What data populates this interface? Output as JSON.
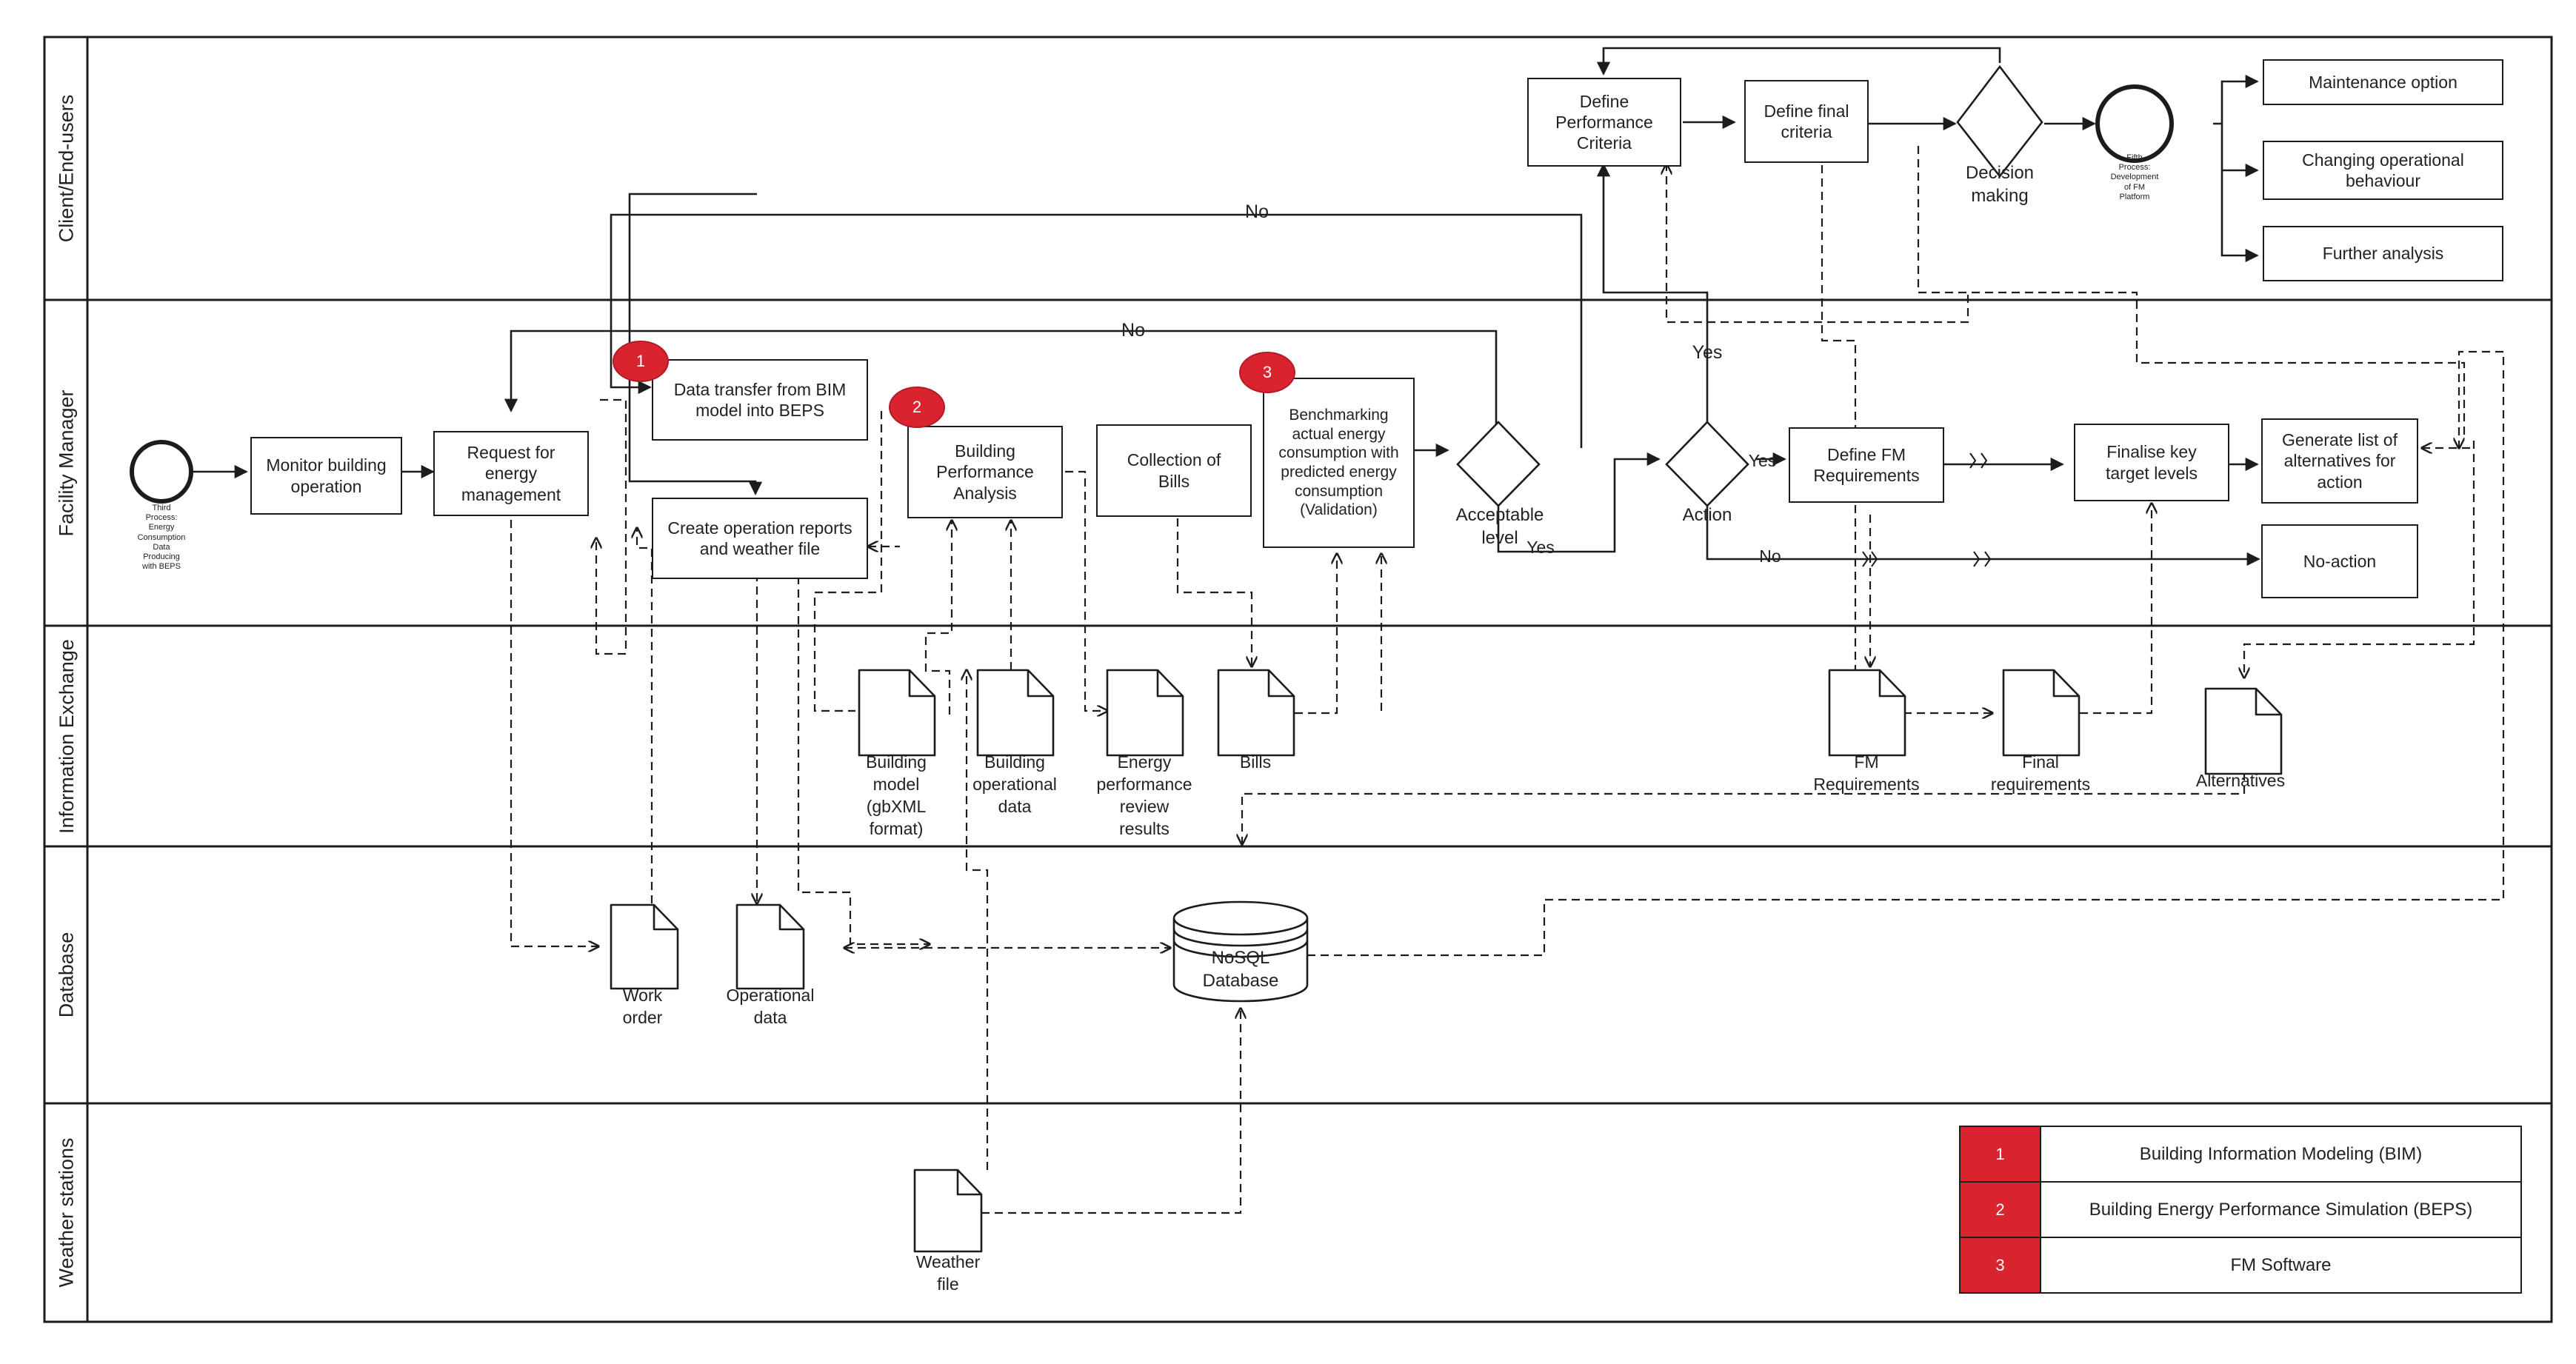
{
  "lanes": [
    "Client/End-users",
    "Facility Manager",
    "Information Exchange",
    "Database",
    "Weather stations"
  ],
  "tasks": {
    "define_performance_criteria": "Define\nPerformance\nCriteria",
    "define_final_criteria": "Define final\ncriteria",
    "maintenance_option": "Maintenance option",
    "changing_operational_behaviour": "Changing operational\nbehaviour",
    "further_analysis": "Further analysis",
    "monitor_building_operation": "Monitor building\noperation",
    "request_energy_management": "Request for\nenergy\nmanagement",
    "data_transfer_bim": "Data transfer from BIM\nmodel into BEPS",
    "create_operation_reports": "Create operation reports\nand weather file",
    "building_performance_analysis": "Building\nPerformance\nAnalysis",
    "collection_of_bills": "Collection of\nBills",
    "benchmarking": "Benchmarking\nactual energy\nconsumption with\npredicted energy\nconsumption\n(Validation)",
    "define_fm_requirements": "Define FM\nRequirements",
    "finalise_key_target_levels": "Finalise key\ntarget levels",
    "generate_list_alternatives": "Generate list of\nalternatives for\naction",
    "no_action": "No-action"
  },
  "gateways": {
    "decision_making": "Decision\nmaking",
    "acceptable_level": "Acceptable\nlevel",
    "action": "Action"
  },
  "events": {
    "start_note": "Third\nProcess:\nEnergy\nConsumption\nData\nProducing\nwith BEPS",
    "end_note": "Fifth\nProcess:\nDevelopment\nof FM\nPlatform"
  },
  "documents": {
    "building_model": "Building\nmodel\n(gbXML\nformat)",
    "building_operational_data": "Building\noperational\ndata",
    "energy_performance_review": "Energy\nperformance\nreview\nresults",
    "bills": "Bills",
    "fm_requirements": "FM\nRequirements",
    "final_requirements": "Final\nrequirements",
    "alternatives": "Alternatives",
    "work_order": "Work\norder",
    "operational_data": "Operational\ndata",
    "weather_file": "Weather\nfile"
  },
  "database": "NoSQL\nDatabase",
  "flow_labels": {
    "no_top": "No",
    "no_fm": "No",
    "yes_acceptable": "Yes",
    "yes_up": "Yes",
    "yes_action": "Yes",
    "no_action": "No"
  },
  "markers": [
    "1",
    "2",
    "3"
  ],
  "legend": [
    {
      "num": "1",
      "text": "Building Information Modeling (BIM)"
    },
    {
      "num": "2",
      "text": "Building Energy Performance Simulation (BEPS)"
    },
    {
      "num": "3",
      "text": "FM Software"
    }
  ],
  "colors": {
    "marker": "#d9232f",
    "line": "#1c1c1c"
  }
}
